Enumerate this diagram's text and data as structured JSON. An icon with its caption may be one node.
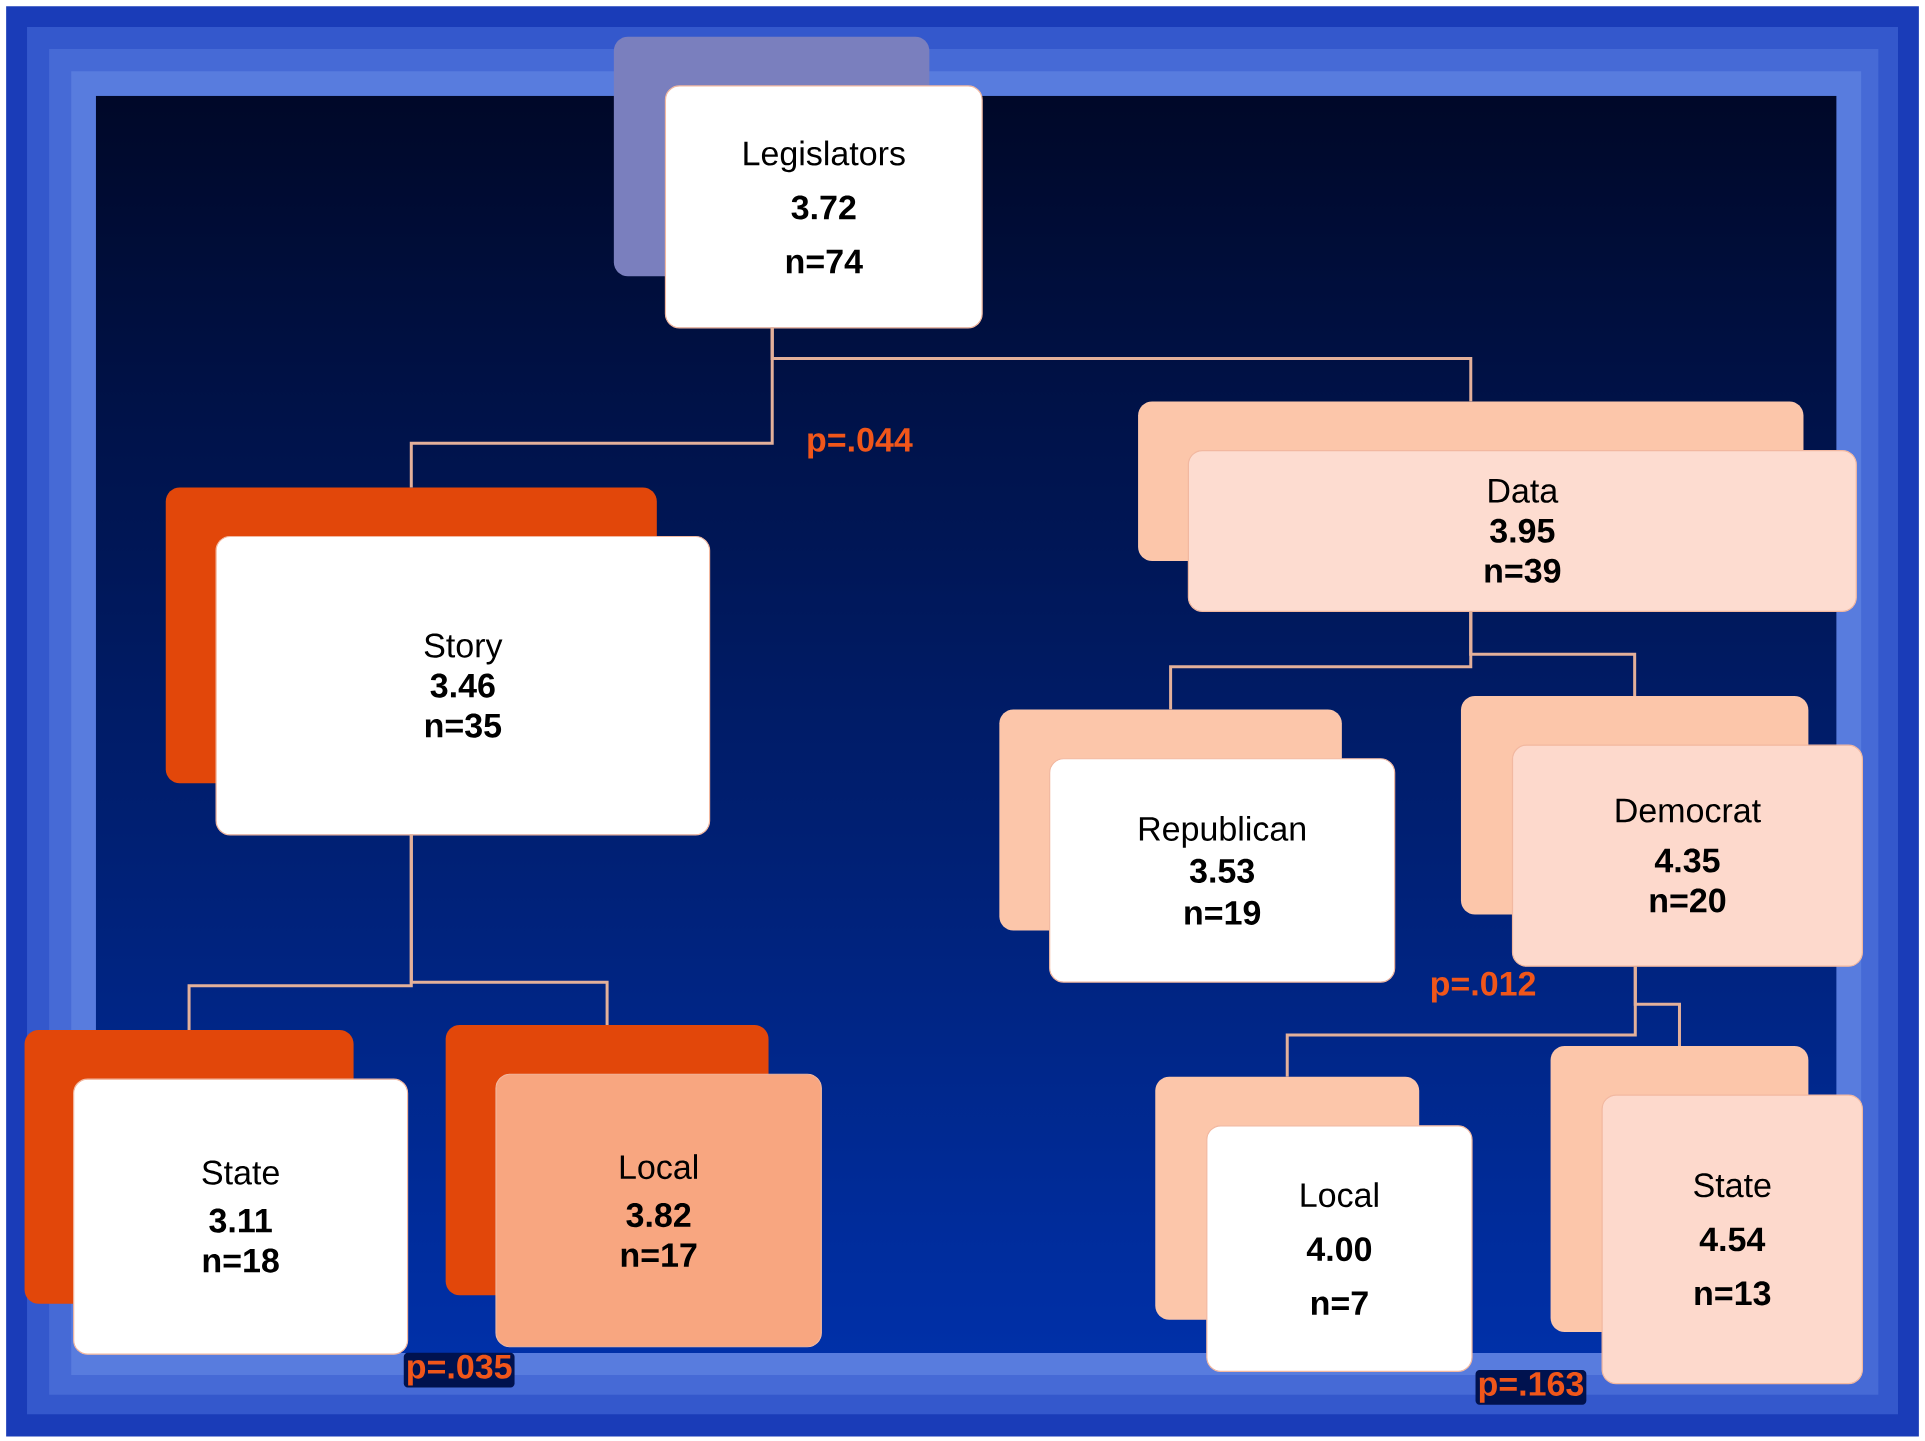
{
  "diagram": {
    "nodes": [
      {
        "text": [
          "Legislators",
          "3.72",
          "n=74"
        ]
      },
      {
        "text": [
          "Story",
          "3.46",
          "n=35"
        ]
      },
      {
        "text": [
          "Data",
          "3.95",
          "n=39"
        ]
      },
      {
        "text": [
          "Republican",
          "3.53",
          "n=19"
        ]
      },
      {
        "text": [
          "Democrat",
          "4.35",
          "n=20"
        ]
      },
      {
        "text": [
          "State",
          "3.11",
          "n=18"
        ]
      },
      {
        "text": [
          "Local",
          "3.82",
          "n=17"
        ]
      },
      {
        "text": [
          "Local",
          "4.00",
          "n=7"
        ]
      },
      {
        "text": [
          "State",
          "4.54",
          "n=13"
        ]
      }
    ],
    "edges": [
      {
        "from": 0,
        "to": 1,
        "arrow": "none"
      },
      {
        "from": 0,
        "to": 2,
        "arrow": "none"
      },
      {
        "from": 1,
        "to": 5,
        "arrow": "none"
      },
      {
        "from": 1,
        "to": 6,
        "arrow": "none"
      },
      {
        "from": 2,
        "to": 3,
        "arrow": "none"
      },
      {
        "from": 2,
        "to": 4,
        "arrow": "none"
      },
      {
        "from": 4,
        "to": 7,
        "arrow": "none"
      },
      {
        "from": 4,
        "to": 8,
        "arrow": "none"
      }
    ],
    "labels": [
      "p=.044",
      "p=.012",
      "p=.035",
      "p=.163"
    ]
  }
}
